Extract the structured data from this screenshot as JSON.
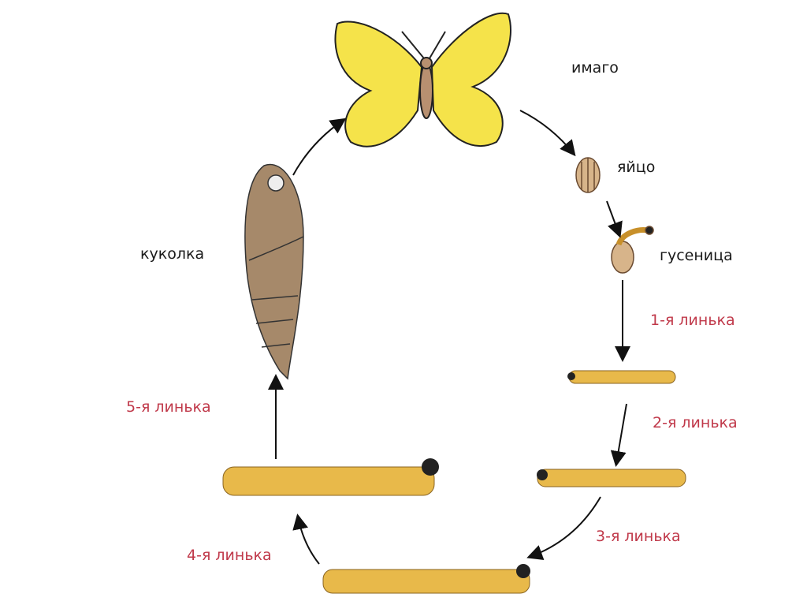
{
  "stages": {
    "imago": "имаго",
    "egg": "яйцо",
    "caterpillar": "гусеница",
    "pupa": "куколка"
  },
  "molts": [
    "1-я линька",
    "2-я линька",
    "3-я линька",
    "4-я линька",
    "5-я линька"
  ],
  "colors": {
    "molt_label": "#c0394a",
    "wing": "#f5e34a",
    "larva": "#e8b94a",
    "pupa": "#a6896a"
  }
}
